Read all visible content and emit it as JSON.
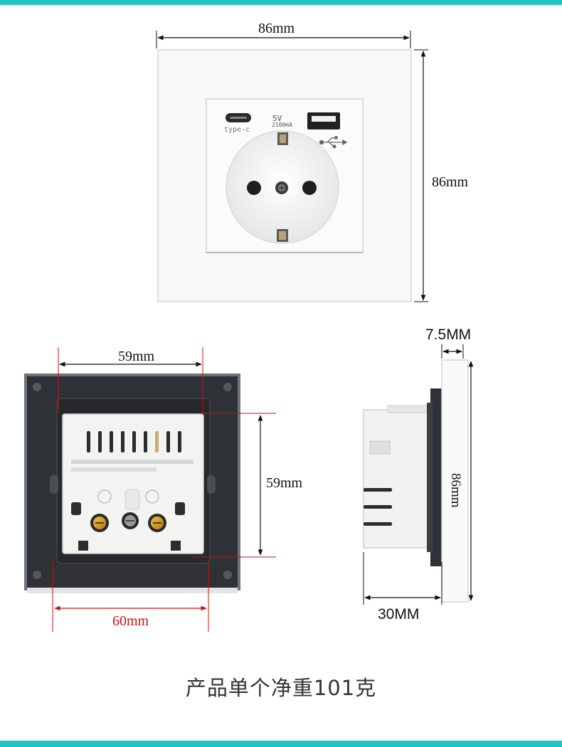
{
  "front": {
    "width_label": "86mm",
    "height_label": "86mm",
    "typec_label": "type-c",
    "usb_voltage_label": "5V",
    "usb_current_label": "2100mA"
  },
  "back": {
    "top_width_label": "59mm",
    "height_label": "59mm",
    "bottom_width_label": "60mm"
  },
  "side": {
    "plate_thickness_label": "7.5MM",
    "height_label": "86mm",
    "depth_label": "30MM"
  },
  "caption": "产品单个净重101克",
  "colors": {
    "accent_bar": "#1fc4c6",
    "dimension_red": "#cc1111"
  }
}
